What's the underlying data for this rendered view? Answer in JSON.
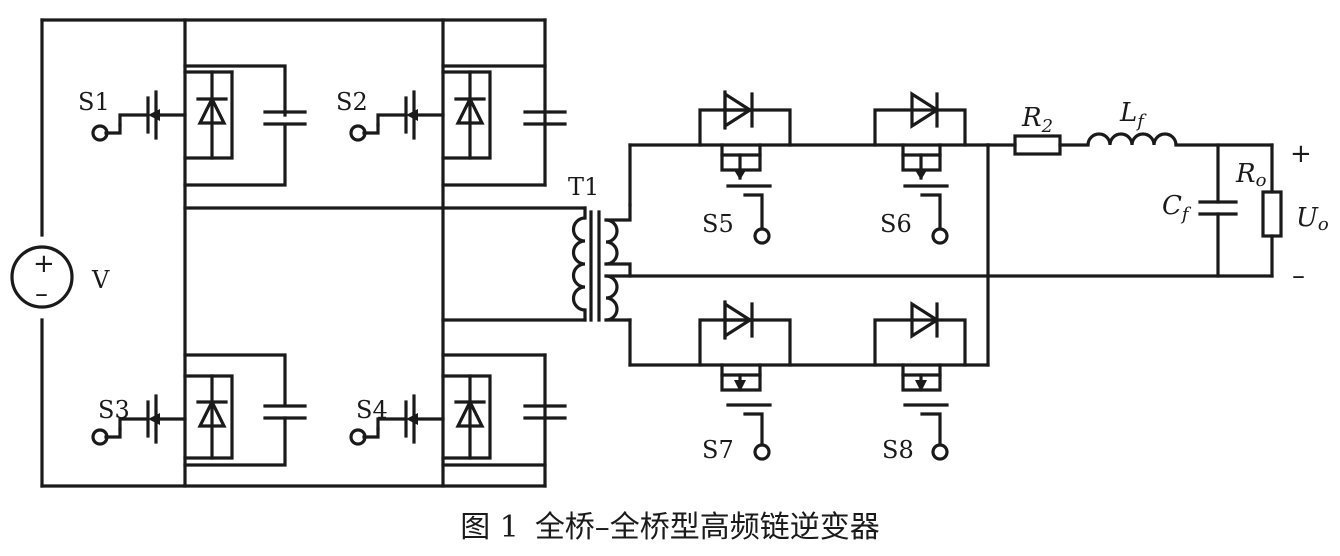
{
  "components": {
    "switches": [
      "S1",
      "S2",
      "S3",
      "S4",
      "S5",
      "S6",
      "S7",
      "S8"
    ],
    "source": "V",
    "transformer": "T1",
    "resistor": {
      "main": "R",
      "sub": "2"
    },
    "inductor": {
      "main": "L",
      "sub": "f"
    },
    "capacitor": {
      "main": "C",
      "sub": "f"
    },
    "load": {
      "main": "R",
      "sub": "o"
    },
    "output": {
      "main": "U",
      "sub": "o"
    }
  },
  "signs": {
    "plus": "+",
    "minus": "–",
    "source_plus": "+",
    "source_minus": "–"
  },
  "caption": {
    "number": "图 1",
    "title": "全桥–全桥型高频链逆变器"
  }
}
